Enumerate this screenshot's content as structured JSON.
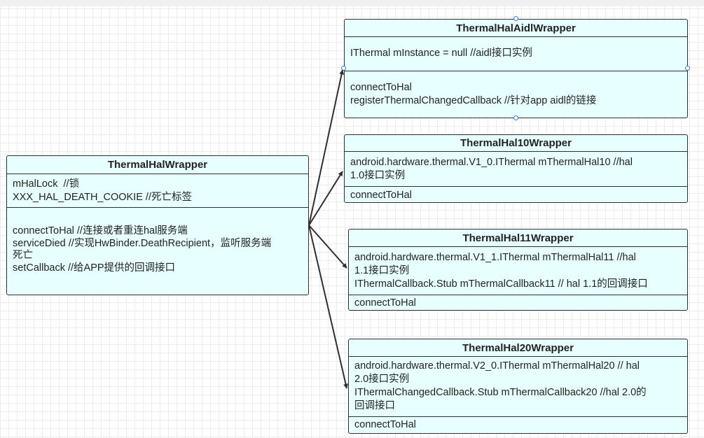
{
  "classes": {
    "wrapper": {
      "name": "ThermalHalWrapper",
      "attrs": [
        "mHalLock  //锁",
        "XXX_HAL_DEATH_COOKIE //死亡标签"
      ],
      "methods": [
        "connectToHal //连接或者重连hal服务端",
        "serviceDied //实现HwBinder.DeathRecipient，监听服务端",
        "死亡",
        "setCallback //给APP提供的回调接口"
      ]
    },
    "aidl": {
      "name": "ThermalHalAidlWrapper",
      "attrs": [
        "IThermal mInstance = null //aidl接口实例"
      ],
      "methods": [
        "connectToHal",
        "registerThermalChangedCallback //针对app aidl的链接"
      ]
    },
    "hal10": {
      "name": "ThermalHal10Wrapper",
      "attrs": [
        "android.hardware.thermal.V1_0.IThermal mThermalHal10 //hal",
        "1.0接口实例"
      ],
      "methods": [
        "connectToHal"
      ]
    },
    "hal11": {
      "name": "ThermalHal11Wrapper",
      "attrs": [
        "android.hardware.thermal.V1_1.IThermal mThermalHal11 //hal",
        "1.1接口实例",
        "IThermalCallback.Stub mThermalCallback11 // hal 1.1的回调接口"
      ],
      "methods": [
        "connectToHal"
      ]
    },
    "hal20": {
      "name": "ThermalHal20Wrapper",
      "attrs": [
        "android.hardware.thermal.V2_0.IThermal mThermalHal20 // hal",
        "2.0接口实例",
        "IThermalChangedCallback.Stub mThermalCallback20 //hal 2.0的",
        "回调接口"
      ],
      "methods": [
        "connectToHal"
      ]
    }
  },
  "colors": {
    "box_fill": "#e8ffff",
    "border": "#2f2f2f",
    "arrow": "#2f2f2f",
    "handle": "#3a7bd5"
  }
}
